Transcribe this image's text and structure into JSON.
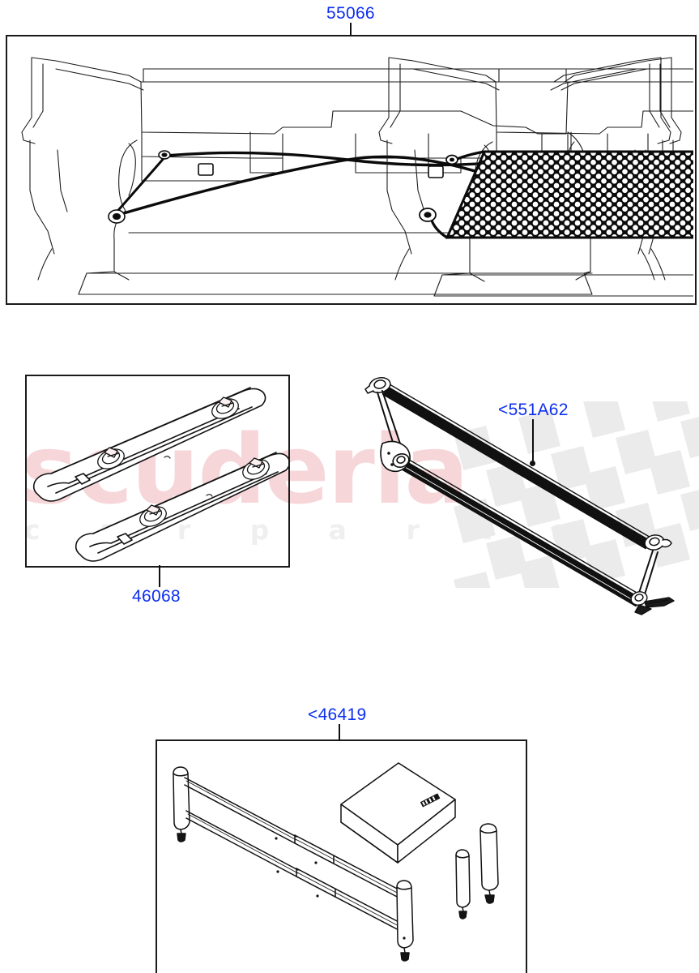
{
  "document": {
    "type": "automotive-parts-exploded-diagram",
    "background_color": "#ffffff",
    "line_color": "#101010",
    "callout_color": "#0d2ff0"
  },
  "watermark": {
    "brand": "scuderia",
    "tagline": "c a r p a r t s",
    "brand_color": "#f7d6d9",
    "tagline_color": "#efefef",
    "flag_color": "#eaeaea",
    "flag_name": "checkered-flag"
  },
  "callouts": [
    {
      "id": "c-55066",
      "label": "55066",
      "refers_to": "luggage-retention-installed-views",
      "leader": "down"
    },
    {
      "id": "c-551A62",
      "label": "<551A62",
      "refers_to": "luggage-retention-strap-assembly",
      "leader": "down-with-dot"
    },
    {
      "id": "c-46068",
      "label": "46068",
      "refers_to": "loadspace-rails-pair",
      "leader": "up"
    },
    {
      "id": "c-46419",
      "label": "<46419",
      "refers_to": "loadspace-divider-kit",
      "leader": "down"
    }
  ],
  "panels": [
    {
      "id": "panel-top",
      "name": "installed-views-panel",
      "callout": "55066",
      "views": [
        {
          "id": "view-straps",
          "name": "cargo-area-with-crossed-retention-straps",
          "description": "Rear loadspace interior with two crossed luggage retention straps anchored to four floor tie-down eyes"
        },
        {
          "id": "view-net",
          "name": "cargo-area-with-luggage-net",
          "description": "Rear loadspace interior with mesh luggage net stretched between four floor tie-down eyes"
        }
      ]
    },
    {
      "id": "panel-mid",
      "name": "loadspace-rails-panel",
      "callout": "46068",
      "views": [
        {
          "id": "view-rails",
          "name": "pair-of-loadspace-rails",
          "description": "Two extruded aluminium loadspace rails shown in isometric view with sliding anchor fittings"
        }
      ]
    },
    {
      "id": "panel-bottom",
      "name": "loadspace-divider-kit-panel",
      "callout": "<46419",
      "views": [
        {
          "id": "view-divider-frame",
          "name": "telescopic-divider-frame",
          "description": "Telescoping twin-tube loadspace divider frame with end uprights and rubber feet"
        },
        {
          "id": "view-case",
          "name": "flat-storage-case",
          "description": "Flat rectangular carry case / stowage box with small label on lid"
        },
        {
          "id": "view-post-small",
          "name": "short-divider-post",
          "description": "Short cylindrical divider post with rubber foot"
        },
        {
          "id": "view-post-large",
          "name": "tall-divider-post",
          "description": "Tall cylindrical divider post with rubber foot"
        }
      ]
    }
  ],
  "free_items": [
    {
      "id": "item-straps",
      "name": "luggage-retention-strap-assembly",
      "callout": "<551A62",
      "description": "Pair of parallel luggage retention straps with end hooks, corner bracket and tensioner"
    }
  ]
}
